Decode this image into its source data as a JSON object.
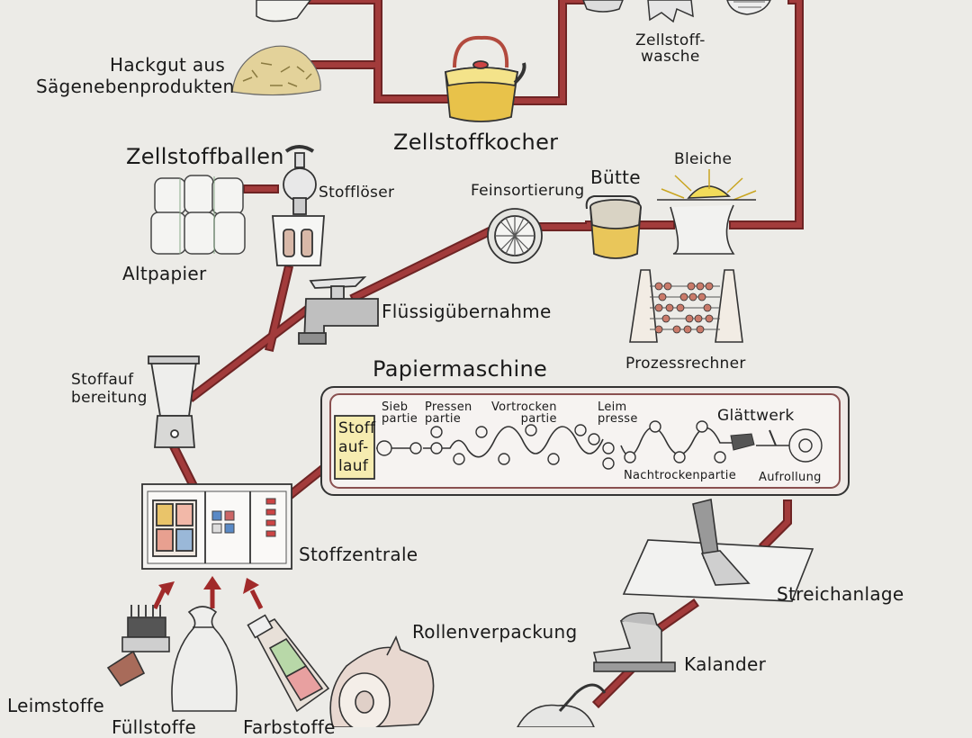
{
  "colors": {
    "pipe": "#a23b3b",
    "pipe_edge": "#6e2424",
    "background": "#ecebe7",
    "ink": "#1a1a1a",
    "arrow": "#a12a2a"
  },
  "labels": {
    "hackgut": "Hackgut aus",
    "hackgut2": "Sägenebenprodukten",
    "zellstoffwaesche": "Zellstoff-\nwasche",
    "zellstoffkocher": "Zellstoffkocher",
    "zellstoffballen": "Zellstoffballen",
    "stoffloeser": "Stofflöser",
    "altpapier": "Altpapier",
    "feinsortierung": "Feinsortierung",
    "buette": "Bütte",
    "bleiche": "Bleiche",
    "fluessiguebernahme": "Flüssigübernahme",
    "prozessrechner": "Prozessrechner",
    "papiermaschine": "Papiermaschine",
    "stoffaufbereitung": "Stoffauf\nbereitung",
    "stoffauflauf": "Stoff\nauf-\nlauf",
    "siebpartie": "Sieb\npartie",
    "pressenpartie": "Pressen\npartie",
    "vortrockenpartie": "Vortrocken\npartie",
    "leimpresse": "Leim\npresse",
    "glaettwerk": "Glättwerk",
    "nachtrockenpartie": "Nachtrockenpartie",
    "aufrollung": "Aufrollung",
    "stoffzentrale": "Stoffzentrale",
    "streichanlage": "Streichanlage",
    "rollenverpackung": "Rollenverpackung",
    "kalander": "Kalander",
    "leimstoffe": "Leimstoffe",
    "fuellstoffe": "Füllstoffe",
    "farbstoffe": "Farbstoffe"
  }
}
